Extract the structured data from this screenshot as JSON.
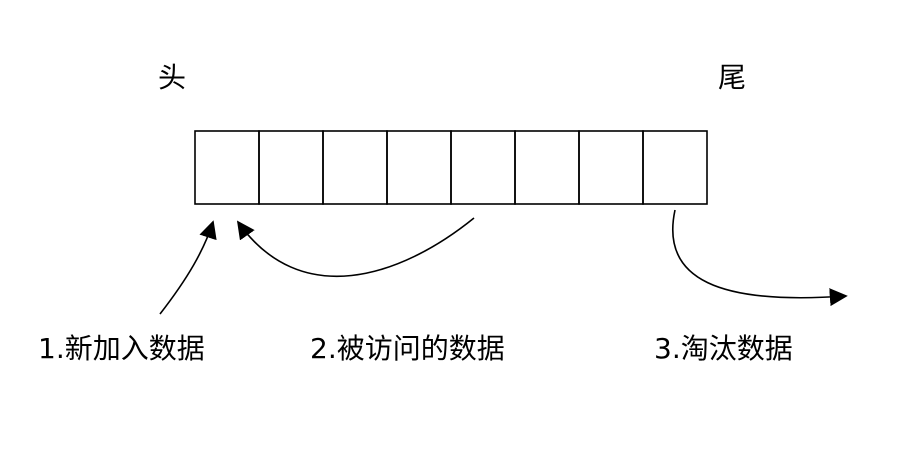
{
  "labels": {
    "head": "头",
    "tail": "尾",
    "insert": "1.新加入数据",
    "access": "2.被访问的数据",
    "evict": "3.淘汰数据"
  },
  "list": {
    "cell_count": 8
  },
  "colors": {
    "stroke": "#000000",
    "background": "#ffffff"
  }
}
